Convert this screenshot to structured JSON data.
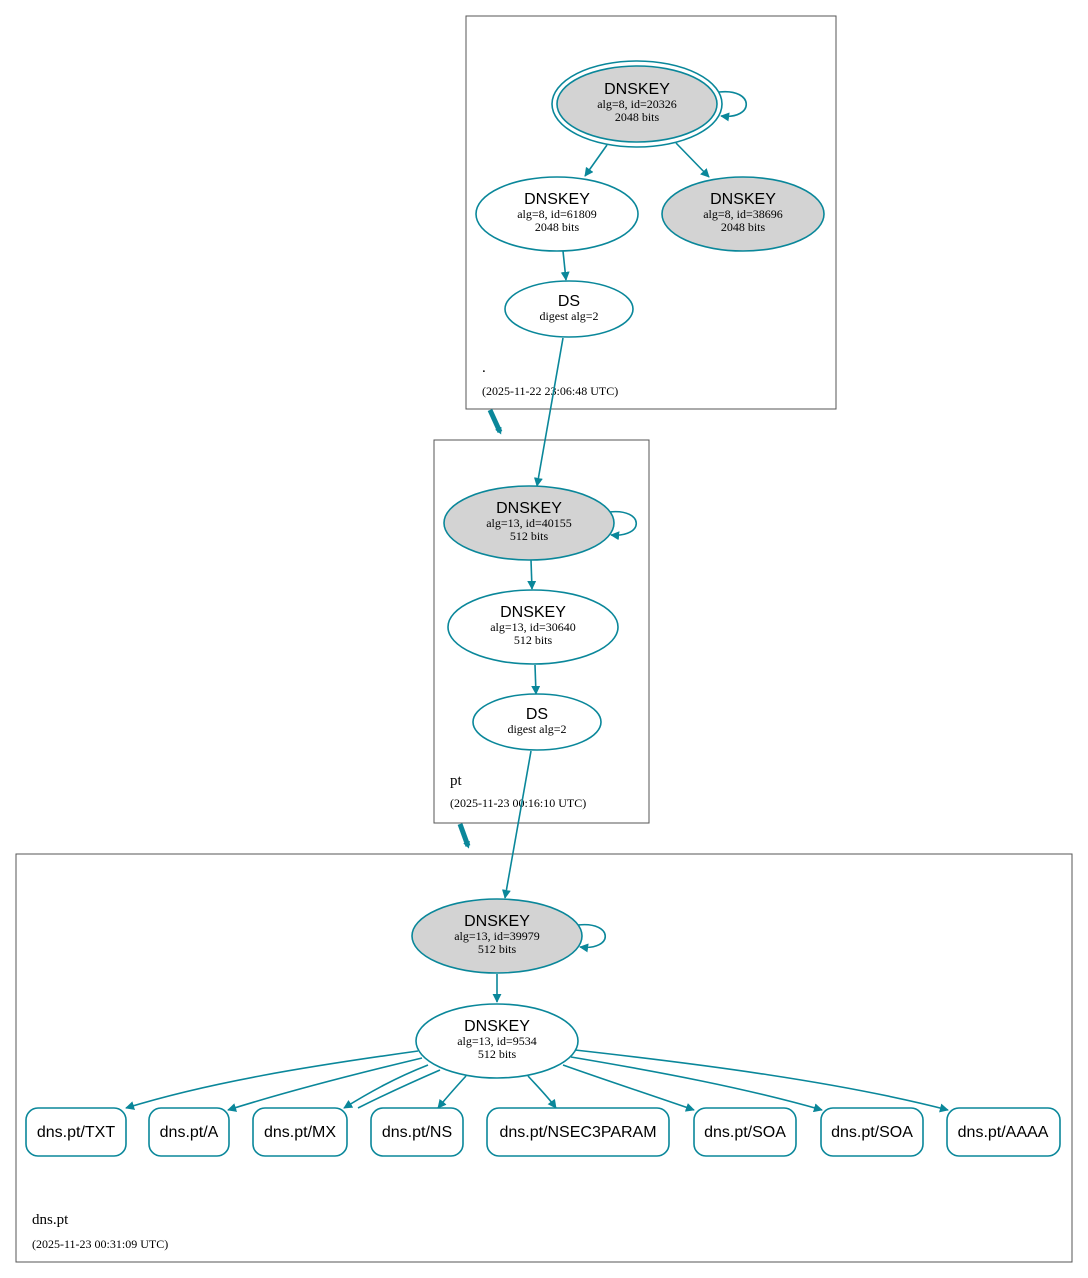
{
  "colors": {
    "edge": "#0a879a",
    "key_fill": "#d3d3d3",
    "border": "#555555"
  },
  "zones": [
    {
      "label": ".",
      "timestamp": "(2025-11-22 23:06:48 UTC)"
    },
    {
      "label": "pt",
      "timestamp": "(2025-11-23 00:16:10 UTC)"
    },
    {
      "label": "dns.pt",
      "timestamp": "(2025-11-23 00:31:09 UTC)"
    }
  ],
  "nodes": {
    "root_ksk": {
      "title": "DNSKEY",
      "line1": "alg=8, id=20326",
      "line2": "2048 bits"
    },
    "root_zsk": {
      "title": "DNSKEY",
      "line1": "alg=8, id=61809",
      "line2": "2048 bits"
    },
    "root_k2": {
      "title": "DNSKEY",
      "line1": "alg=8, id=38696",
      "line2": "2048 bits"
    },
    "root_ds": {
      "title": "DS",
      "line1": "digest alg=2"
    },
    "pt_ksk": {
      "title": "DNSKEY",
      "line1": "alg=13, id=40155",
      "line2": "512 bits"
    },
    "pt_zsk": {
      "title": "DNSKEY",
      "line1": "alg=13, id=30640",
      "line2": "512 bits"
    },
    "pt_ds": {
      "title": "DS",
      "line1": "digest alg=2"
    },
    "dns_ksk": {
      "title": "DNSKEY",
      "line1": "alg=13, id=39979",
      "line2": "512 bits"
    },
    "dns_zsk": {
      "title": "DNSKEY",
      "line1": "alg=13, id=9534",
      "line2": "512 bits"
    }
  },
  "records": [
    "dns.pt/TXT",
    "dns.pt/A",
    "dns.pt/MX",
    "dns.pt/NS",
    "dns.pt/NSEC3PARAM",
    "dns.pt/SOA",
    "dns.pt/SOA",
    "dns.pt/AAAA"
  ]
}
